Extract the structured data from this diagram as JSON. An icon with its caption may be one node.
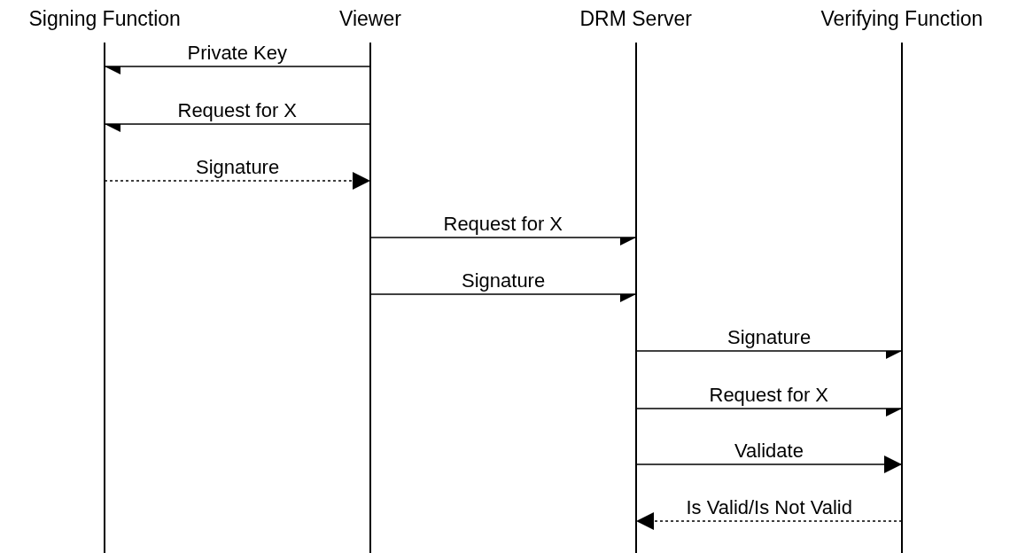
{
  "diagram": {
    "nodes": [
      {
        "text": [
          "Signing Function"
        ]
      },
      {
        "text": [
          "Viewer"
        ]
      },
      {
        "text": [
          "DRM Server"
        ]
      },
      {
        "text": [
          "Verifying Function"
        ]
      }
    ],
    "edges": [
      {
        "from": 1,
        "to": 0,
        "arrow": "to",
        "label": "Private Key"
      },
      {
        "from": 1,
        "to": 0,
        "arrow": "to",
        "label": "Request for X"
      },
      {
        "from": 0,
        "to": 1,
        "arrow": "to",
        "label": "Signature",
        "style": "dashed"
      },
      {
        "from": 1,
        "to": 2,
        "arrow": "to",
        "label": "Request for X"
      },
      {
        "from": 1,
        "to": 2,
        "arrow": "to",
        "label": "Signature"
      },
      {
        "from": 2,
        "to": 3,
        "arrow": "to",
        "label": "Signature"
      },
      {
        "from": 2,
        "to": 3,
        "arrow": "to",
        "label": "Request for X"
      },
      {
        "from": 2,
        "to": 3,
        "arrow": "to",
        "label": "Validate"
      },
      {
        "from": 3,
        "to": 2,
        "arrow": "to",
        "label": "Is Valid/Is Not Valid",
        "style": "dashed"
      }
    ]
  }
}
